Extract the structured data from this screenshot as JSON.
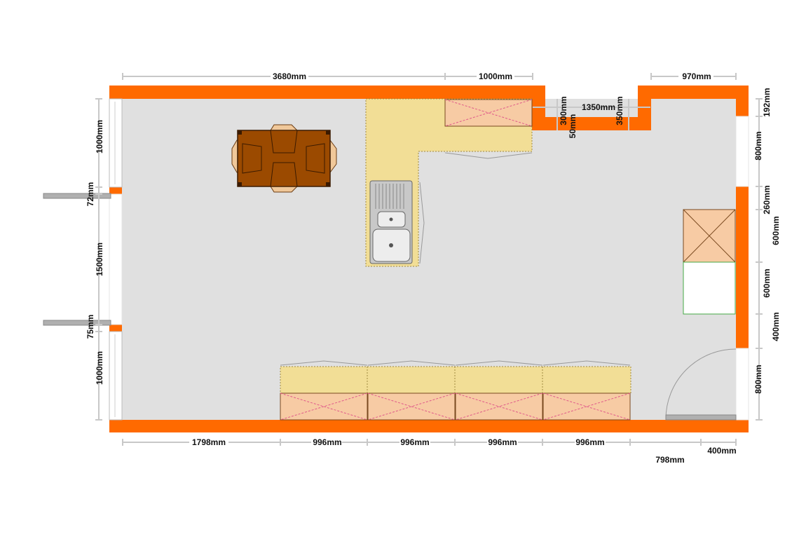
{
  "colors": {
    "wall": "#ff6a00",
    "floor": "#e0e0e0",
    "worktop": "#f2de96",
    "cabinet": "#f7cba4",
    "table": "#9b4a00",
    "chair": "#f0c89a",
    "appliance_white": "#ffffff",
    "dimension_line": "#c8c8c8"
  },
  "dimensions": {
    "top": [
      "3680mm",
      "1000mm",
      "970mm"
    ],
    "alcove": [
      "300mm",
      "50mm",
      "1350mm",
      "350mm"
    ],
    "right": [
      "192mm",
      "800mm",
      "260mm",
      "600mm",
      "600mm",
      "400mm",
      "800mm"
    ],
    "left": [
      "1000mm",
      "72mm",
      "1500mm",
      "75mm",
      "1000mm"
    ],
    "bottom": [
      "1798mm",
      "996mm",
      "996mm",
      "996mm",
      "996mm",
      "400mm",
      "798mm"
    ]
  },
  "items": {
    "dining_table": "dining-table",
    "sink": "double-sink",
    "door": "door-swing",
    "appliance": "fridge-freezer"
  }
}
